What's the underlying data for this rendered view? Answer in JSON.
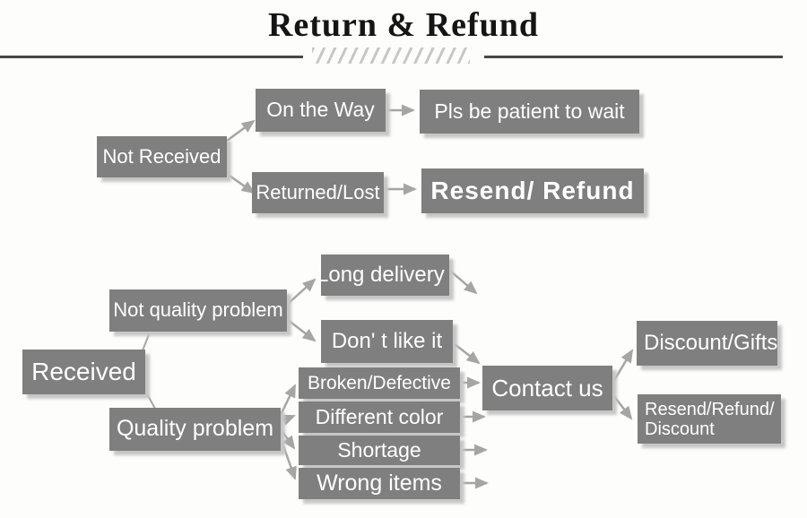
{
  "title": "Return & Refund",
  "colors": {
    "box_fill": "#7f7f7f",
    "box_text": "#ffffff",
    "arrow": "#a5a5a5",
    "title_text": "#151515",
    "rule": "#474747",
    "hatch": "#c7c7c7",
    "shadow": "#c6c6c6"
  },
  "nodes": {
    "not_received": {
      "label": "Not Received"
    },
    "on_the_way": {
      "label": "On the Way"
    },
    "pls_be_patient": {
      "label": "Pls be patient to wait"
    },
    "returned_lost": {
      "label": "Returned/Lost"
    },
    "resend_refund": {
      "label": "Resend/ Refund"
    },
    "received": {
      "label": "Received"
    },
    "not_quality_problem": {
      "label": "Not quality problem"
    },
    "long_delivery": {
      "label": "Long delivery"
    },
    "dont_like_it": {
      "label": "Don' t like it"
    },
    "quality_problem": {
      "label": "Quality problem"
    },
    "broken_defective": {
      "label": "Broken/Defective"
    },
    "different_color": {
      "label": "Different color"
    },
    "shortage": {
      "label": "Shortage"
    },
    "wrong_items": {
      "label": "Wrong items"
    },
    "contact_us": {
      "label": "Contact us"
    },
    "discount_gifts": {
      "label": "Discount/Gifts"
    },
    "resend_refund_discount": {
      "label": "Resend/Refund/ Discount"
    }
  },
  "edges": [
    {
      "from": "not_received",
      "to": "on_the_way"
    },
    {
      "from": "not_received",
      "to": "returned_lost"
    },
    {
      "from": "on_the_way",
      "to": "pls_be_patient"
    },
    {
      "from": "returned_lost",
      "to": "resend_refund"
    },
    {
      "from": "received",
      "to": "not_quality_problem"
    },
    {
      "from": "received",
      "to": "quality_problem"
    },
    {
      "from": "not_quality_problem",
      "to": "long_delivery"
    },
    {
      "from": "not_quality_problem",
      "to": "dont_like_it"
    },
    {
      "from": "long_delivery",
      "to": "contact_us"
    },
    {
      "from": "dont_like_it",
      "to": "contact_us"
    },
    {
      "from": "quality_problem",
      "to": "broken_defective"
    },
    {
      "from": "quality_problem",
      "to": "different_color"
    },
    {
      "from": "quality_problem",
      "to": "shortage"
    },
    {
      "from": "quality_problem",
      "to": "wrong_items"
    },
    {
      "from": "broken_defective",
      "to": "contact_us"
    },
    {
      "from": "different_color",
      "to": "contact_us"
    },
    {
      "from": "shortage",
      "to": "contact_us"
    },
    {
      "from": "wrong_items",
      "to": "contact_us"
    },
    {
      "from": "contact_us",
      "to": "discount_gifts"
    },
    {
      "from": "contact_us",
      "to": "resend_refund_discount"
    }
  ]
}
